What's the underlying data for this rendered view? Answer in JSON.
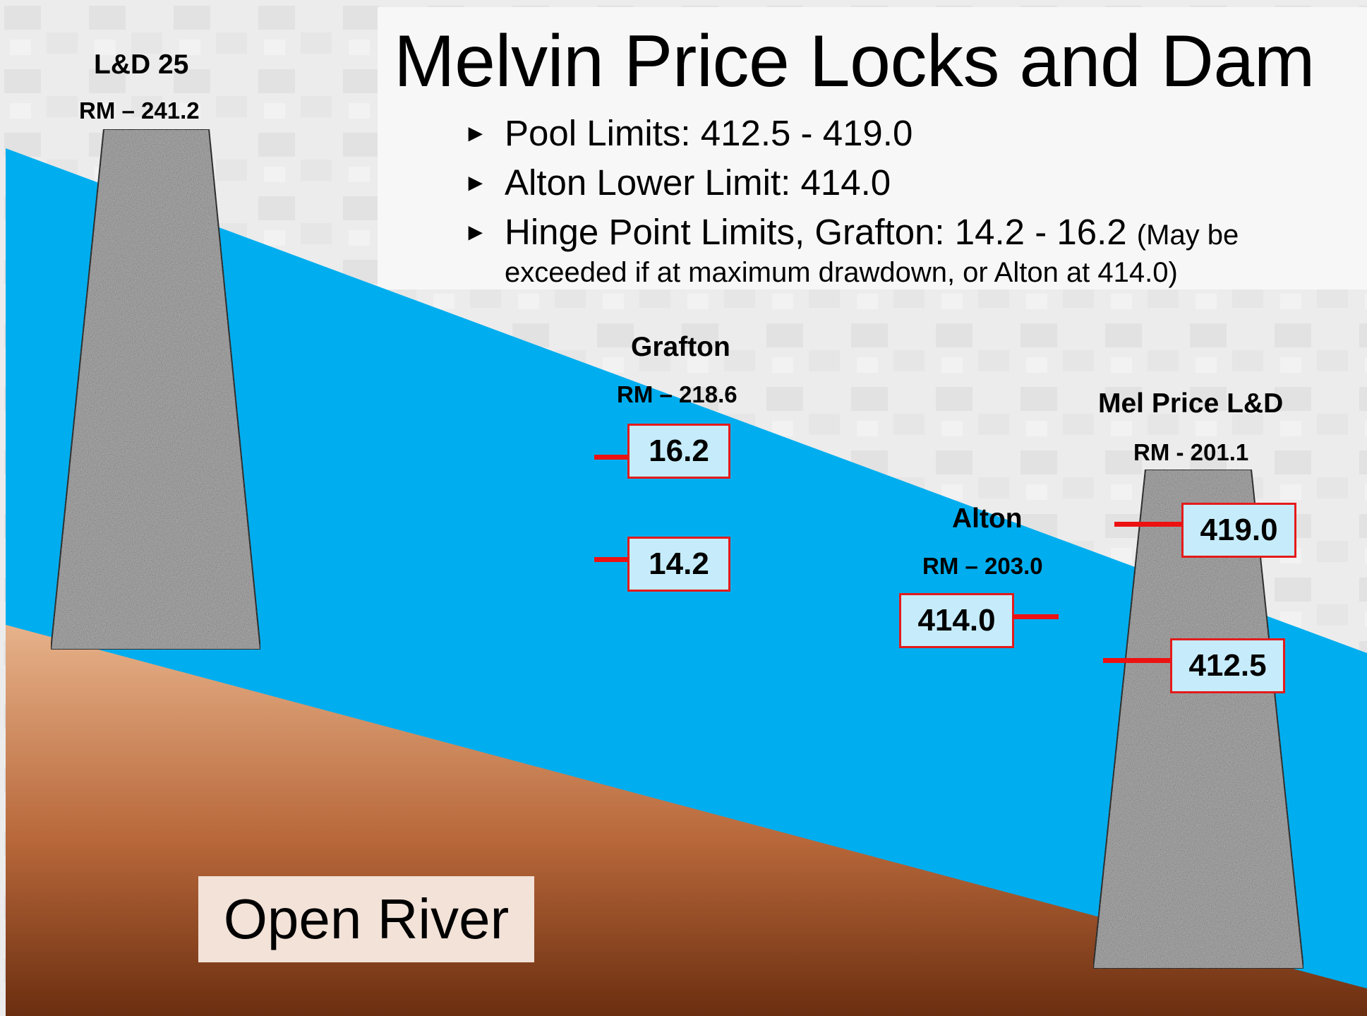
{
  "title": "Melvin Price Locks and Dam",
  "bullets": [
    {
      "marker": "►",
      "text": "Pool Limits: 412.5 - 419.0"
    },
    {
      "marker": "►",
      "text": "Alton Lower Limit: 414.0"
    },
    {
      "marker": "►",
      "text": "Hinge Point Limits, Grafton: 14.2 - 16.2",
      "note": "(May be",
      "continuation": "exceeded if at maximum drawdown, or Alton at 414.0)"
    }
  ],
  "locations": {
    "ld25": {
      "name": "L&D 25",
      "rm": "RM – 241.2"
    },
    "grafton": {
      "name": "Grafton",
      "rm": "RM – 218.6",
      "upper": "16.2",
      "lower": "14.2"
    },
    "alton": {
      "name": "Alton",
      "rm": "RM – 203.0",
      "limit": "414.0"
    },
    "melprice": {
      "name": "Mel Price L&D",
      "rm": "RM - 201.1",
      "upper": "419.0",
      "lower": "412.5"
    }
  },
  "open_river_label": "Open River",
  "colors": {
    "water": "#00aeef",
    "gauge_border": "#e41b1b",
    "gauge_fill": "#c6ecfb",
    "tick": "#ee1111",
    "dam": "#a9a9a9",
    "riverbed_top": "#e7b28a",
    "riverbed_bottom": "#6b2e10"
  }
}
